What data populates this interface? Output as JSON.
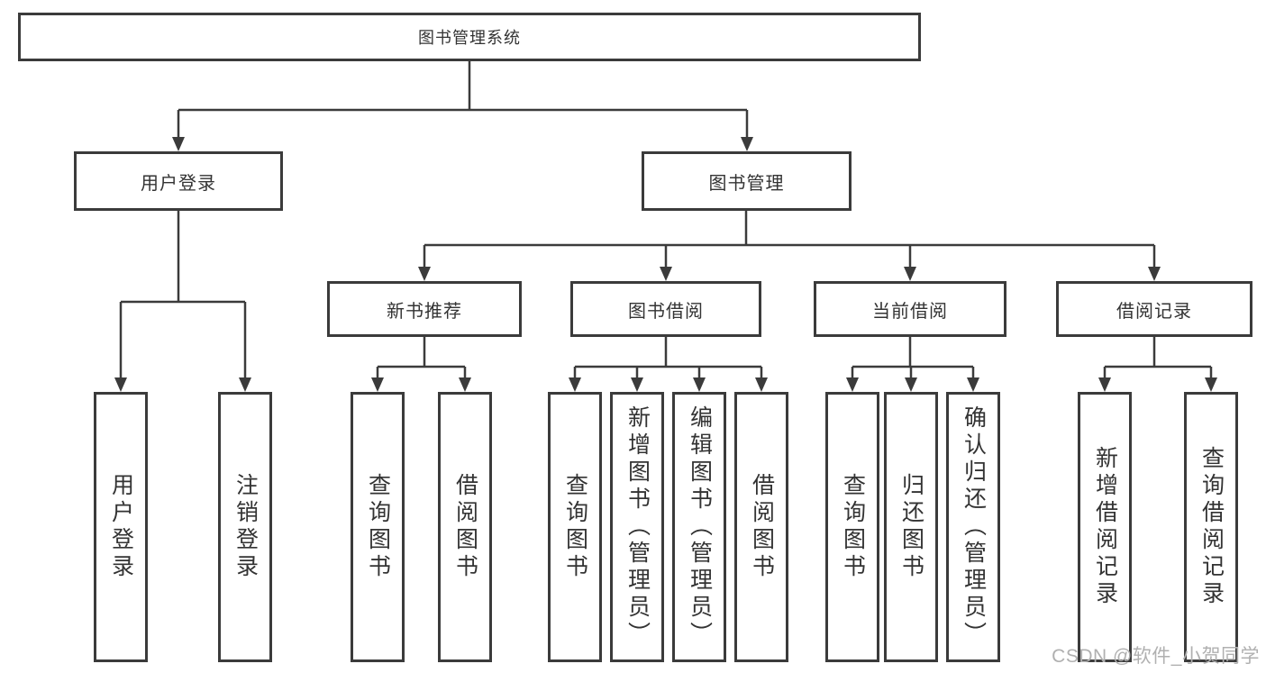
{
  "tree": {
    "root": "图书管理系统",
    "branches": [
      {
        "label": "用户登录",
        "children": [
          "用户登录",
          "注销登录"
        ]
      },
      {
        "label": "图书管理",
        "groups": [
          {
            "label": "新书推荐",
            "children": [
              "查询图书",
              "借阅图书"
            ]
          },
          {
            "label": "图书借阅",
            "children": [
              "查询图书",
              "新增图书（管理员）",
              "编辑图书（管理员）",
              "借阅图书"
            ]
          },
          {
            "label": "当前借阅",
            "children": [
              "查询图书",
              "归还图书",
              "确认归还（管理员）"
            ]
          },
          {
            "label": "借阅记录",
            "children": [
              "新增借阅记录",
              "查询借阅记录"
            ]
          }
        ]
      }
    ]
  },
  "watermark": "CSDN @软件_小贺同学",
  "colors": {
    "line": "#3b3b3b",
    "text": "#333333",
    "watermark": "#b0b0b0",
    "background": "#ffffff"
  }
}
